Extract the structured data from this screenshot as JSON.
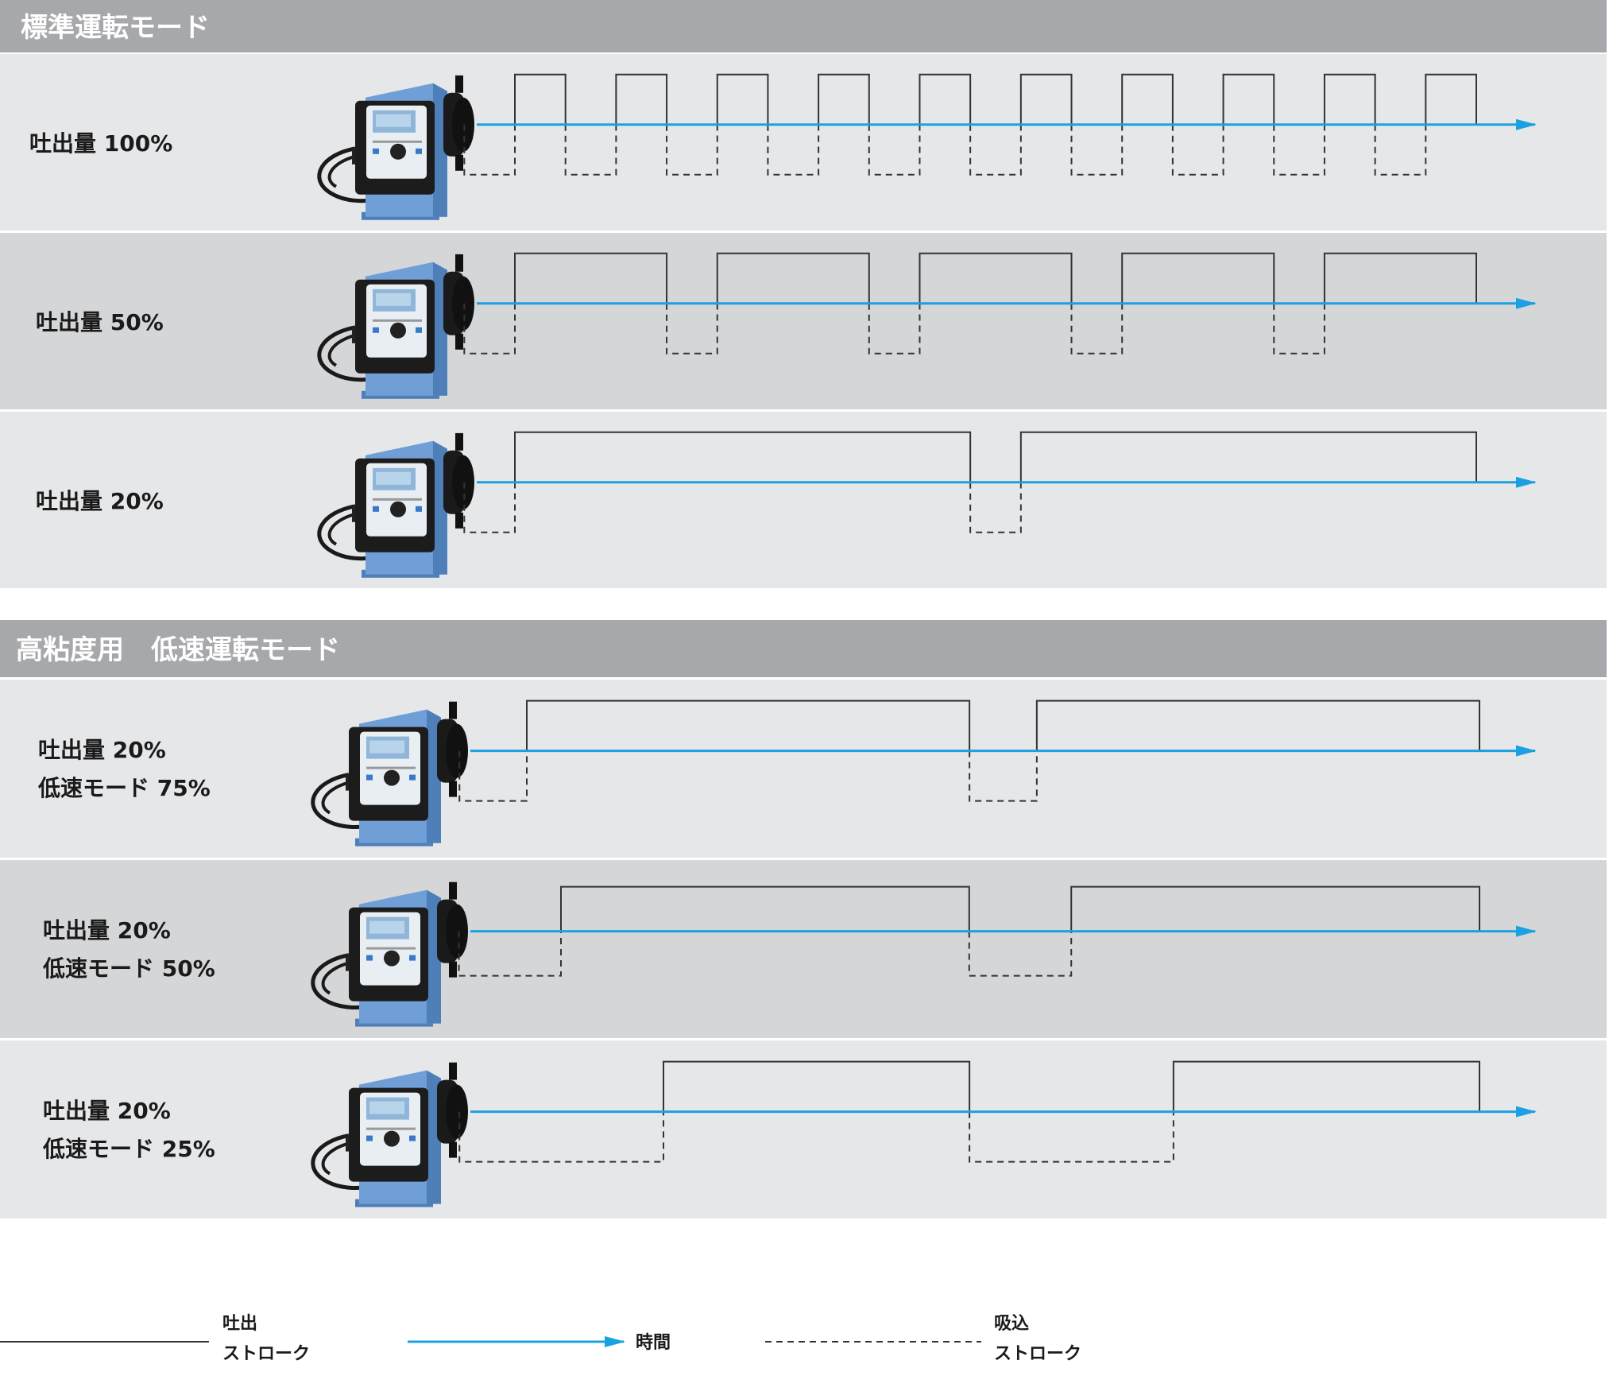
{
  "colors": {
    "header_bg": "#a7a8ab",
    "row_light": "#e6e7e9",
    "row_dark": "#d5d6d8",
    "time_axis": "#1ba1e2",
    "stroke_line": "#333333",
    "pump_blue": "#6f9fd6"
  },
  "sections": [
    {
      "title": "標準運転モード",
      "rows": [
        {
          "labels": [
            "吐出量  100%"
          ],
          "discharge_fraction": 0.5,
          "cycles": 10
        },
        {
          "labels": [
            "吐出量  50%"
          ],
          "discharge_fraction": 0.75,
          "cycles": 5
        },
        {
          "labels": [
            "吐出量  20%"
          ],
          "discharge_fraction": 0.9,
          "cycles": 2
        }
      ]
    },
    {
      "title": "高粘度用　低速運転モード",
      "rows": [
        {
          "labels": [
            "吐出量  20%",
            "低速モード  75%"
          ],
          "discharge_fraction": 0.868,
          "cycles": 2
        },
        {
          "labels": [
            "吐出量  20%",
            "低速モード  50%"
          ],
          "discharge_fraction": 0.8,
          "cycles": 2
        },
        {
          "labels": [
            "吐出量  20%",
            "低速モード  25%"
          ],
          "discharge_fraction": 0.6,
          "cycles": 2
        }
      ]
    }
  ],
  "legend": {
    "discharge_line": "吐出\nストローク",
    "time_arrow": "時間",
    "suction_line": "吸込\nストローク"
  }
}
